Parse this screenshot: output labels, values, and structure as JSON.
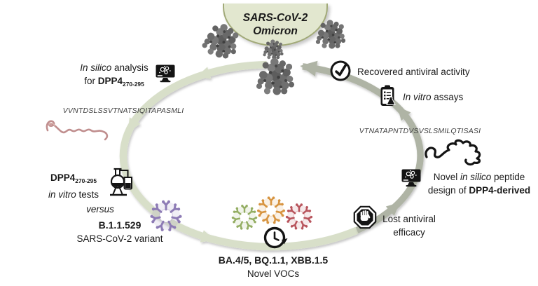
{
  "banner": {
    "line1": "SARS-CoV-2",
    "line2": "Omicron"
  },
  "steps": {
    "insilico_analysis": {
      "italic": "In silico",
      "rest": " analysis",
      "line2_prefix": "for ",
      "bold": "DPP4",
      "subscript": "270-295"
    },
    "sequence_left": "VVNTDSLSSVTNATSIQITAPASMLI",
    "dpp4_tests": {
      "bold": "DPP4",
      "subscript": "270-295",
      "line2_italic": "in vitro",
      "line2_rest": " tests"
    },
    "versus": "versus",
    "variant": {
      "name": "B.1.1.529",
      "line2": "SARS-CoV-2 variant"
    },
    "novel_vocs": {
      "names": "BA.4/5, BQ.1.1, XBB.1.5",
      "line2": "Novel VOCs"
    },
    "lost_efficacy": {
      "line1": "Lost antiviral",
      "line2": "efficacy"
    },
    "sequence_right": "VTNATAPNTDVSVSLSMILQTISASI",
    "novel_design": {
      "prefix": "Novel ",
      "italic": "in silico",
      "rest": " peptide",
      "line2_prefix": "design of ",
      "bold": "DPP4-derived"
    },
    "invitro_assays": {
      "italic": "In vitro",
      "rest": " assays"
    },
    "recovered": "Recovered antiviral activity"
  },
  "icons": {
    "monitor-analysis-icon": "black monitor with white molecule on screen",
    "flask-rig-icon": "round-bottom flask on stand piped to beaker",
    "clock-history-icon": "clock with circular arrow",
    "stop-hand-icon": "octagon stop sign with raised hand",
    "check-circle-icon": "circled checkmark",
    "clipboard-assay-icon": "clipboard checklist with small flask",
    "virus-icon": "spiked virion",
    "peptide-squiggle-icon": "unstructured peptide ribbon",
    "spike-protein-icon": "grey space-filling protein blob"
  },
  "colors": {
    "cycle_left_arc": "#d8dfc9",
    "cycle_right_arc": "#afb4a5",
    "banner_fill": "#e2e7cf",
    "banner_border": "#a2aa79",
    "virus_purple": "#8d7bb5",
    "virus_green": "#93ad62",
    "virus_orange": "#d79440",
    "virus_red": "#b8545c",
    "peptide_pink": "#c08e8e",
    "icon_ink": "#141414"
  }
}
